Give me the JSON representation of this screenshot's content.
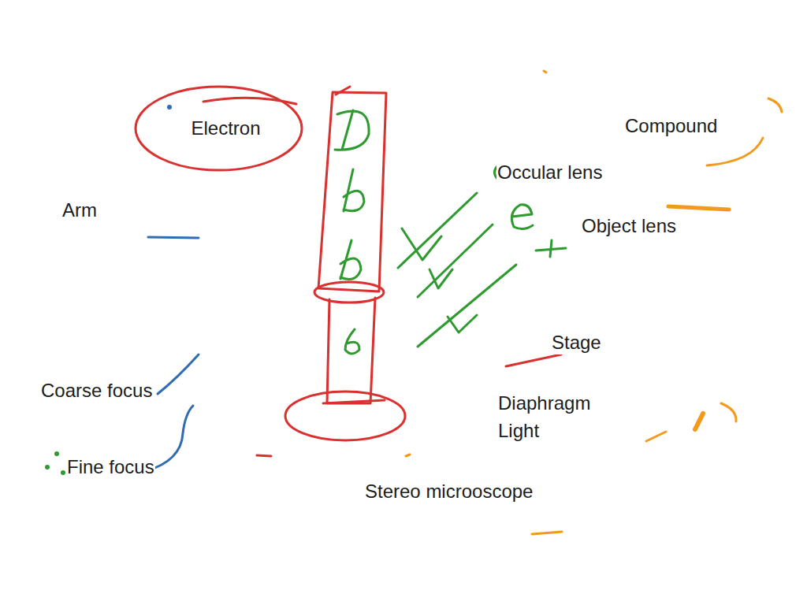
{
  "diagram": {
    "nodes": [
      {
        "text": [
          "Electron"
        ]
      }
    ],
    "labels": [
      "Compound",
      "Occular lens",
      "Arm",
      "Object lens",
      "Stage",
      "Coarse focus",
      "Diaphragm",
      "Light",
      "Fine focus",
      "Stereo microoscope"
    ]
  }
}
